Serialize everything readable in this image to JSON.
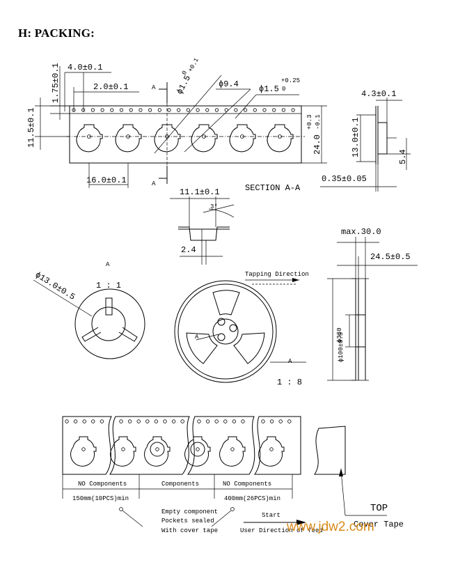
{
  "heading": "H: PACKING:",
  "dims": {
    "d_4_0": "4.0±0.1",
    "d_1_75": "1.75±0.1",
    "d_2_0": "2.0±0.1",
    "d_A_top": "A",
    "d_phi15_a": "ϕ1.5",
    "d_phi15_a_tol": "+0.1",
    "d_phi15_a_tol0": "0",
    "d_phi94": "ϕ9.4",
    "d_phi15_b": "ϕ1.5",
    "d_phi15_b_tol": "+0.25",
    "d_phi15_b_tol0": "0",
    "d_11_5": "11.5±0.1",
    "d_24_0": "24.0",
    "d_24_0_tol_p": "+0.3",
    "d_24_0_tol_m": "-0.1",
    "d_16_0": "16.0±0.1",
    "d_A_bottom": "A",
    "d_4_3": "4.3±0.1",
    "d_13_0": "13.0±0.1",
    "d_5_4": "5.4",
    "d_0_35": "0.35±0.05",
    "section": "SECTION A-A",
    "d_11_1": "11.1±0.1",
    "d_angle": "3°",
    "d_2_4": "2.4",
    "d_max30": "max.30.0",
    "d_24_5": "24.5±0.5",
    "detail_A": "A",
    "detail_scale": "1 : 1",
    "d_phi13": "ϕ13.0±0.5",
    "tapping": "Tapping Direction",
    "reel_A": "A",
    "reel_scale": "1 : 8",
    "reel_hub_label": "A",
    "d_330": "ϕ330",
    "d_100": "ϕ100±0.5"
  },
  "tape": {
    "no_components_left": "NO Components",
    "components": "Components",
    "no_components_right": "NO Components",
    "len_left": "150mm(10PCS)min",
    "len_right": "400mm(26PCS)min",
    "note_line1": "Empty component",
    "note_line2": "Pockets sealed",
    "note_line3": "With cover tape",
    "start": "Start",
    "user_direction": "User Direction of feed",
    "top": "TOP",
    "cover_tape": "Cover Tape"
  },
  "watermark": "www.jdw2.com"
}
